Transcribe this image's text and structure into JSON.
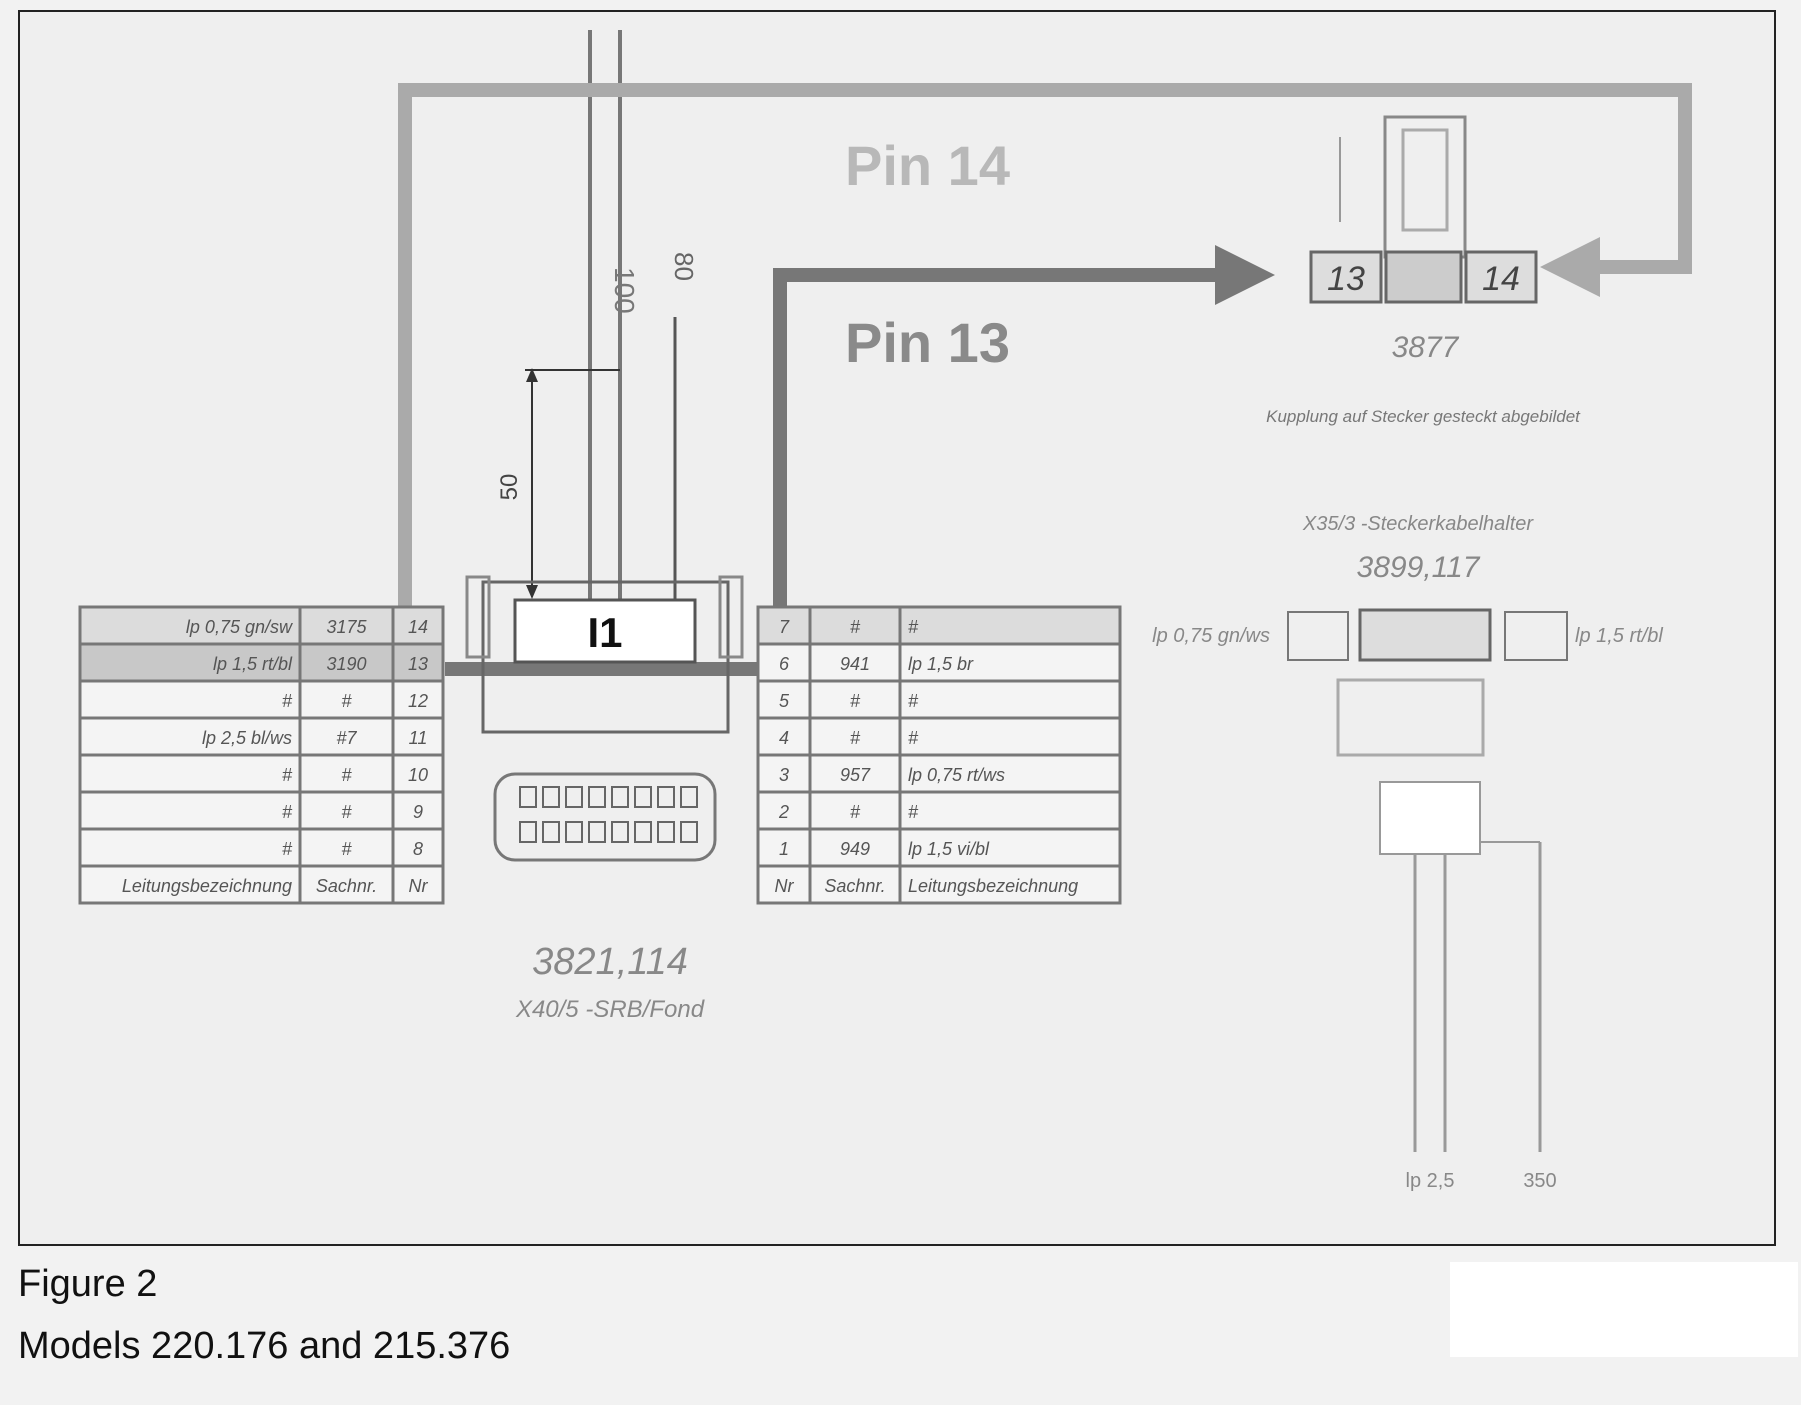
{
  "figure": {
    "caption_title": "Figure 2",
    "caption_models": "Models 220.176 and 215.376"
  },
  "diagram": {
    "pin14_label": "Pin 14",
    "pin13_label": "Pin 13",
    "connector_main_label": "I1",
    "connector_main_part": "3821,114",
    "connector_main_sub": "X40/5 -SRB/Fond",
    "pin_box_left": "13",
    "pin_box_right": "14",
    "connector_right_part": "3877",
    "connector_right_note": "Kupplung auf Stecker gesteckt abgebildet",
    "connector_lower_title": "X35/3 -Steckerkabelhalter",
    "connector_lower_part": "3899,117",
    "wire_lower_left": "lp 0,75 gn/ws",
    "wire_lower_right": "lp 1,5 rt/bl",
    "dim_vertical": "50",
    "dim_top_a": "100",
    "dim_top_b": "80",
    "bottom_wire_a": "lp 2,5",
    "bottom_wire_b": "350",
    "left_table": [
      [
        "lp 0,75 gn/sw",
        "3175",
        "14"
      ],
      [
        "lp 1,5 rt/bl",
        "3190",
        "13"
      ],
      [
        "#",
        "#",
        "12"
      ],
      [
        "lp 2,5 bl/ws",
        "#7",
        "11"
      ],
      [
        "#",
        "#",
        "10"
      ],
      [
        "#",
        "#",
        "9"
      ],
      [
        "#",
        "#",
        "8"
      ],
      [
        "Leitungsbezeichnung",
        "Sachnr.",
        "Nr"
      ]
    ],
    "right_table": [
      [
        "7",
        "#",
        "#"
      ],
      [
        "6",
        "941",
        "lp 1,5 br"
      ],
      [
        "5",
        "#",
        "#"
      ],
      [
        "4",
        "#",
        "#"
      ],
      [
        "3",
        "957",
        "lp 0,75 rt/ws"
      ],
      [
        "2",
        "#",
        "#"
      ],
      [
        "1",
        "949",
        "lp 1,5 vi/bl"
      ],
      [
        "Nr",
        "Sachnr.",
        "Leitungsbezeichnung"
      ]
    ]
  }
}
